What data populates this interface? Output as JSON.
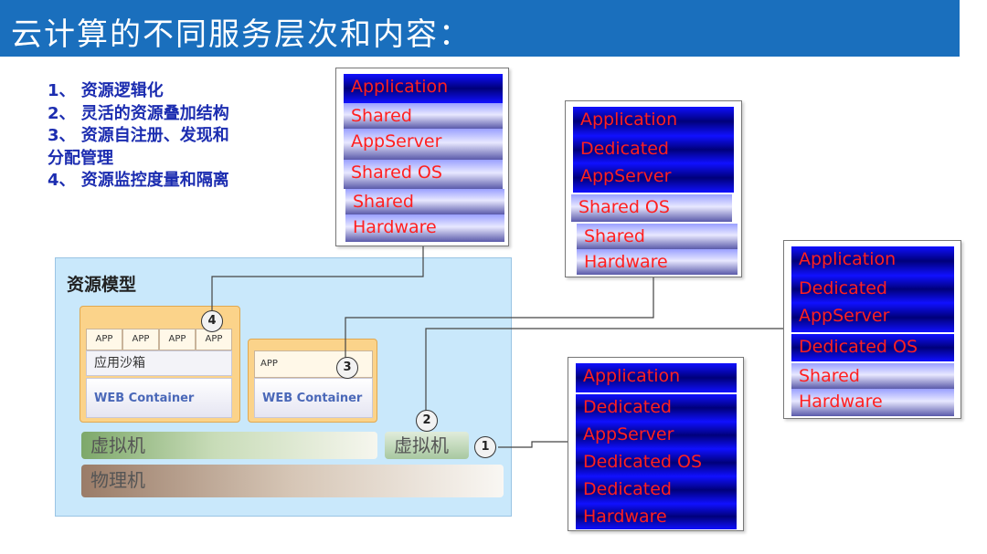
{
  "title": "云计算的不同服务层次和内容：",
  "features": [
    "1、 资源逻辑化",
    "2、 灵活的资源叠加结构",
    "3、 资源自注册、发现和",
    "分配管理",
    "4、 资源监控度量和隔离"
  ],
  "stacks": [
    {
      "layers": [
        "Application",
        "Shared",
        "AppServer",
        "Shared OS",
        "Shared",
        "Hardware"
      ]
    },
    {
      "layers": [
        "Application",
        "Dedicated",
        "AppServer",
        "Shared OS",
        "Shared",
        "Hardware"
      ]
    },
    {
      "layers": [
        "Application",
        "Dedicated",
        "AppServer",
        "Dedicated OS",
        "Shared",
        "Hardware"
      ]
    },
    {
      "layers": [
        "Application",
        "Dedicated",
        "AppServer",
        "Dedicated OS",
        "Dedicated",
        "Hardware"
      ]
    }
  ],
  "model": {
    "title": "资源模型",
    "app_label": "APP",
    "sandbox_label": "应用沙箱",
    "web_container": "WEB Container",
    "vm_label": "虚拟机",
    "pm_label": "物理机",
    "badges": [
      "1",
      "2",
      "3",
      "4"
    ]
  },
  "colors": {
    "title_bar": "#1a6fbd",
    "feature_text": "#1c2db0",
    "layer_text": "#ff2020",
    "dedicated_layer": "#0a0aff",
    "model_bg": "#c9e8fb",
    "sandbox": "#fbd38a"
  }
}
